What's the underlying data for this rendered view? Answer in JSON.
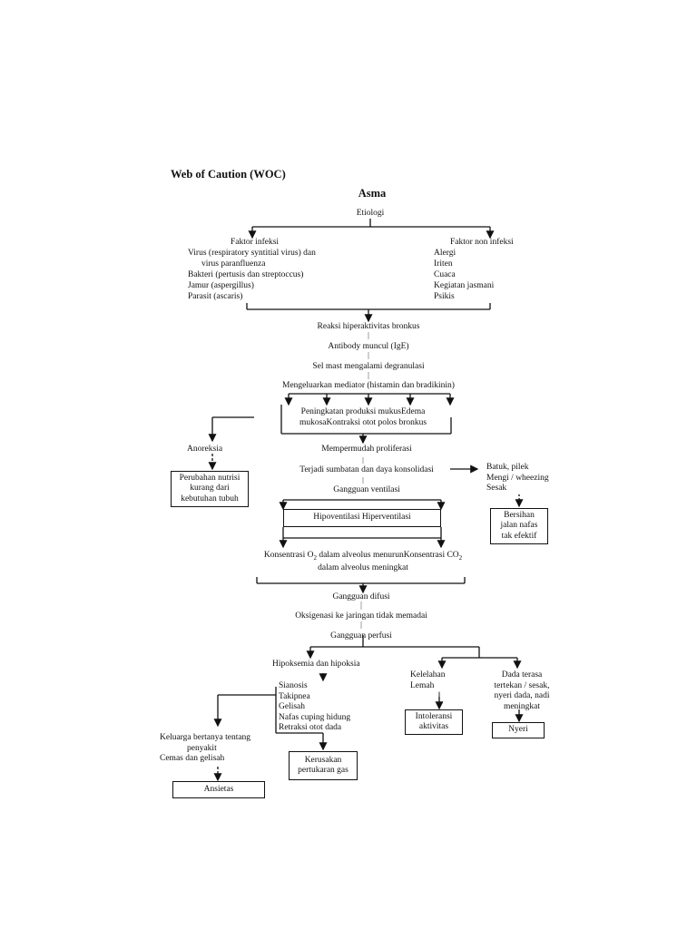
{
  "title": "Web of Caution (WOC)",
  "subtitle": "Asma",
  "etiologi": "Etiologi",
  "faktor_infeksi": {
    "heading": "Faktor infeksi",
    "items": [
      "Virus (respiratory syntitial virus) dan",
      "virus paranfluenza",
      "Bakteri (pertusis dan streptoccus)",
      "Jamur (aspergillus)",
      "Parasit (ascaris)"
    ]
  },
  "faktor_non_infeksi": {
    "heading": "Faktor non infeksi",
    "items": [
      "Alergi",
      "Iriten",
      "Cuaca",
      "Kegiatan jasmani",
      "Psikis"
    ]
  },
  "chain": {
    "reaksi": "Reaksi hiperaktivitas bronkus",
    "antibody": "Antibody muncul (IgE)",
    "sel_mast": "Sel mast mengalami degranulasi",
    "mediator": "Mengeluarkan mediator (histamin dan bradikinin)",
    "peningkatan_1": "Peningkatan produksi mukusEdema",
    "peningkatan_2": "mukosaKontraksi otot polos bronkus",
    "proliferasi": "Mempermudah proliferasi",
    "sumbatan": "Terjadi sumbatan dan daya konsolidasi",
    "ventilasi": "Gangguan ventilasi",
    "hipo_hiper": "Hipoventilasi Hiperventilasi",
    "konsentrasi_a": "Konsentrasi O",
    "konsentrasi_sub1": "2",
    "konsentrasi_b": " dalam alveolus menurunKonsentrasi CO",
    "konsentrasi_sub2": "2",
    "konsentrasi_2": "dalam alveolus meningkat",
    "difusi": "Gangguan difusi",
    "oksigenasi": "Oksigenasi ke jaringan tidak memadai",
    "perfusi": "Gangguan perfusi",
    "hipoksemia": "Hipoksemia dan hipoksia"
  },
  "anoreksia": "Anoreksia",
  "box_nutrisi": [
    "Perubahan nutrisi",
    "kurang dari",
    "kebutuhan tubuh"
  ],
  "batuk": [
    "Batuk, pilek",
    "Mengi / wheezing",
    "Sesak"
  ],
  "box_bersihan": [
    "Bersihan",
    "jalan nafas",
    "tak efektif"
  ],
  "tanda": [
    "Sianosis",
    "Takipnea",
    "Gelisah",
    "Nafas cuping hidung",
    "Retraksi otot dada"
  ],
  "kelelahan": [
    "Kelelahan",
    "Lemah"
  ],
  "box_intoleransi": [
    "Intoleransi",
    "aktivitas"
  ],
  "dada": [
    "Dada terasa",
    "tertekan / sesak,",
    "nyeri dada, nadi",
    "meningkat"
  ],
  "box_nyeri": "Nyeri",
  "keluarga": [
    "Keluarga bertanya tentang",
    "penyakit",
    "Cemas dan gelisah"
  ],
  "box_ansietas": "Ansietas",
  "box_kerusakan": [
    "Kerusakan",
    "pertukaran gas"
  ]
}
